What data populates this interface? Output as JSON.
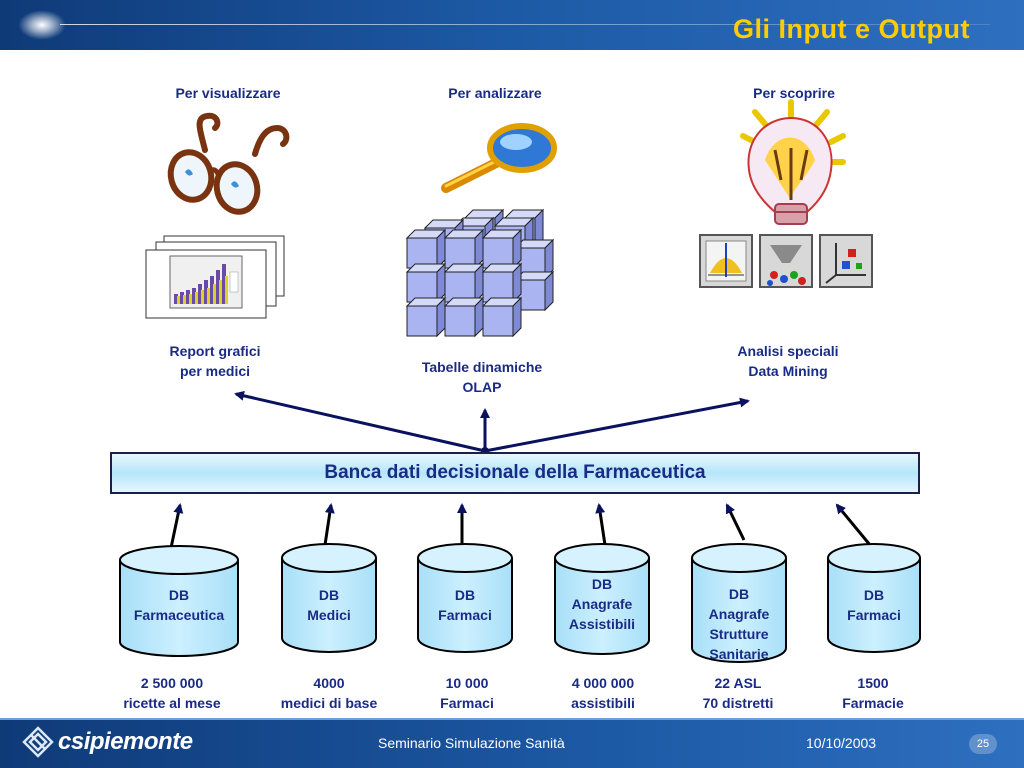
{
  "header": {
    "title": "Gli Input e Output"
  },
  "columns": {
    "left": {
      "heading": "Per visualizzare",
      "caption_line1": "Report grafici",
      "caption_line2": "per medici"
    },
    "middle": {
      "heading": "Per analizzare",
      "caption_line1": "Tabelle dinamiche",
      "caption_line2": "OLAP"
    },
    "right": {
      "heading": "Per scoprire",
      "caption_line1": "Analisi speciali",
      "caption_line2": "Data Mining"
    }
  },
  "central_db": {
    "label": "Banca dati decisionale della Farmaceutica"
  },
  "sources": [
    {
      "line1": "DB",
      "line2": "Farmaceutica",
      "line3": "",
      "line4": "",
      "stat1": "2 500 000",
      "stat2": "ricette al mese"
    },
    {
      "line1": "DB",
      "line2": "Medici",
      "line3": "",
      "line4": "",
      "stat1": "4000",
      "stat2": "medici di base"
    },
    {
      "line1": "DB",
      "line2": "Farmaci",
      "line3": "",
      "line4": "",
      "stat1": "10 000",
      "stat2": "Farmaci"
    },
    {
      "line1": "DB",
      "line2": "Anagrafe",
      "line3": "Assistibili",
      "line4": "",
      "stat1": "4 000 000",
      "stat2": "assistibili"
    },
    {
      "line1": "DB",
      "line2": "Anagrafe",
      "line3": "Strutture",
      "line4": "Sanitarie",
      "stat1": "22 ASL",
      "stat2": "70 distretti"
    },
    {
      "line1": "DB",
      "line2": "Farmaci",
      "line3": "",
      "line4": "",
      "stat1": "1500",
      "stat2": "Farmacie"
    }
  ],
  "footer": {
    "logo": "csipiemonte",
    "event": "Seminario Simulazione Sanità",
    "date": "10/10/2003",
    "page": "25"
  },
  "colors": {
    "header_blue": "#1d5aa6",
    "title_yellow": "#ffcc00",
    "label_navy": "#1a2b86",
    "db_fill": "#b6e6fb",
    "cylinder_fill": "#a8dff7",
    "cube_fill": "#a9b4f0"
  },
  "icons": [
    "glasses-icon",
    "magnifier-icon",
    "lightbulb-icon",
    "report-pages-icon",
    "olap-cube-icon",
    "data-mining-icons"
  ]
}
